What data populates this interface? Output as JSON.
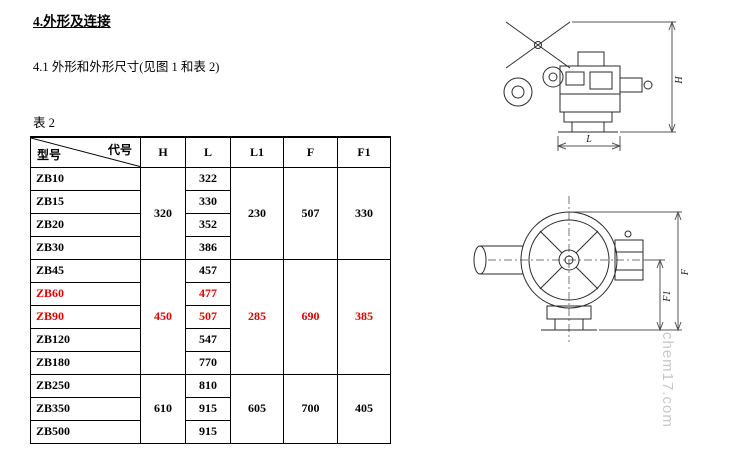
{
  "page": {
    "title": "4.外形及连接",
    "subtitle": "4.1 外形和外形尺寸(见图 1 和表 2)",
    "table_label": "表 2",
    "watermark": "chem17.com"
  },
  "table": {
    "corner": {
      "top_right": "代号",
      "bottom_left": "型号"
    },
    "columns": [
      "H",
      "L",
      "L1",
      "F",
      "F1"
    ],
    "groups": [
      {
        "H": "320",
        "L1": "230",
        "F": "507",
        "F1": "330",
        "rows": [
          {
            "model": "ZB10",
            "L": "322"
          },
          {
            "model": "ZB15",
            "L": "330"
          },
          {
            "model": "ZB20",
            "L": "352"
          },
          {
            "model": "ZB30",
            "L": "386"
          }
        ]
      },
      {
        "H": "450",
        "L1": "285",
        "F": "690",
        "F1": "385",
        "rows": [
          {
            "model": "ZB45",
            "L": "457"
          },
          {
            "model": "ZB60",
            "L": "477"
          },
          {
            "model": "ZB90",
            "L": "507"
          },
          {
            "model": "ZB120",
            "L": "547"
          },
          {
            "model": "ZB180",
            "L": "770"
          }
        ]
      },
      {
        "H": "610",
        "L1": "605",
        "F": "700",
        "F1": "405",
        "rows": [
          {
            "model": "ZB250",
            "L": "810"
          },
          {
            "model": "ZB350",
            "L": "915"
          },
          {
            "model": "ZB500",
            "L": "915"
          }
        ]
      }
    ]
  },
  "drawings": {
    "side_view": {
      "dim_height": "H",
      "dim_length": "L"
    },
    "front_view": {
      "dim_outer": "F",
      "dim_inner": "F1"
    }
  },
  "colors": {
    "accent_red": "#dd0000",
    "watermark_gray": "#c8c8c8"
  }
}
